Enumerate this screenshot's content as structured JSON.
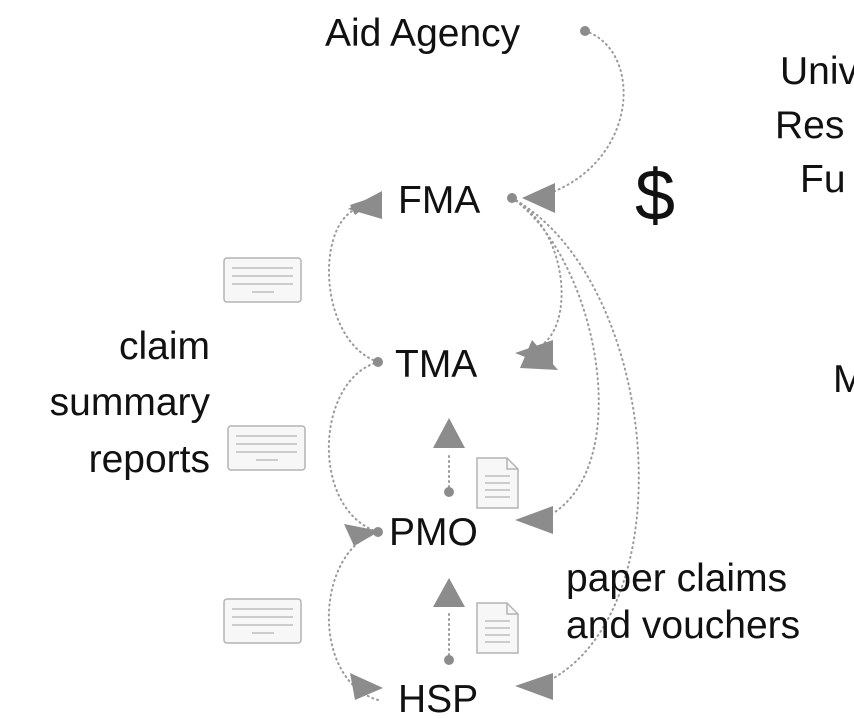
{
  "nodes": {
    "aid_agency": "Aid Agency",
    "fma": "FMA",
    "tma": "TMA",
    "pmo": "PMO",
    "hsp": "HSP"
  },
  "currency_symbol": "$",
  "side_labels": {
    "claim_summary_reports": [
      "claim",
      "summary",
      "reports"
    ],
    "paper_claims_vouchers": [
      "paper claims",
      "and vouchers"
    ]
  },
  "clipped_text": {
    "line1": "Univ",
    "line2": "Res",
    "line3": "Fu",
    "line4": "M"
  },
  "colors": {
    "text": "#111111",
    "connector": "#9a9a9a",
    "arrow": "#8c8c8c",
    "doc_fill": "#f7f7f7",
    "doc_stroke": "#b3b3b3"
  },
  "icons": {
    "report": "summary-report-icon",
    "paper": "paper-document-icon"
  }
}
